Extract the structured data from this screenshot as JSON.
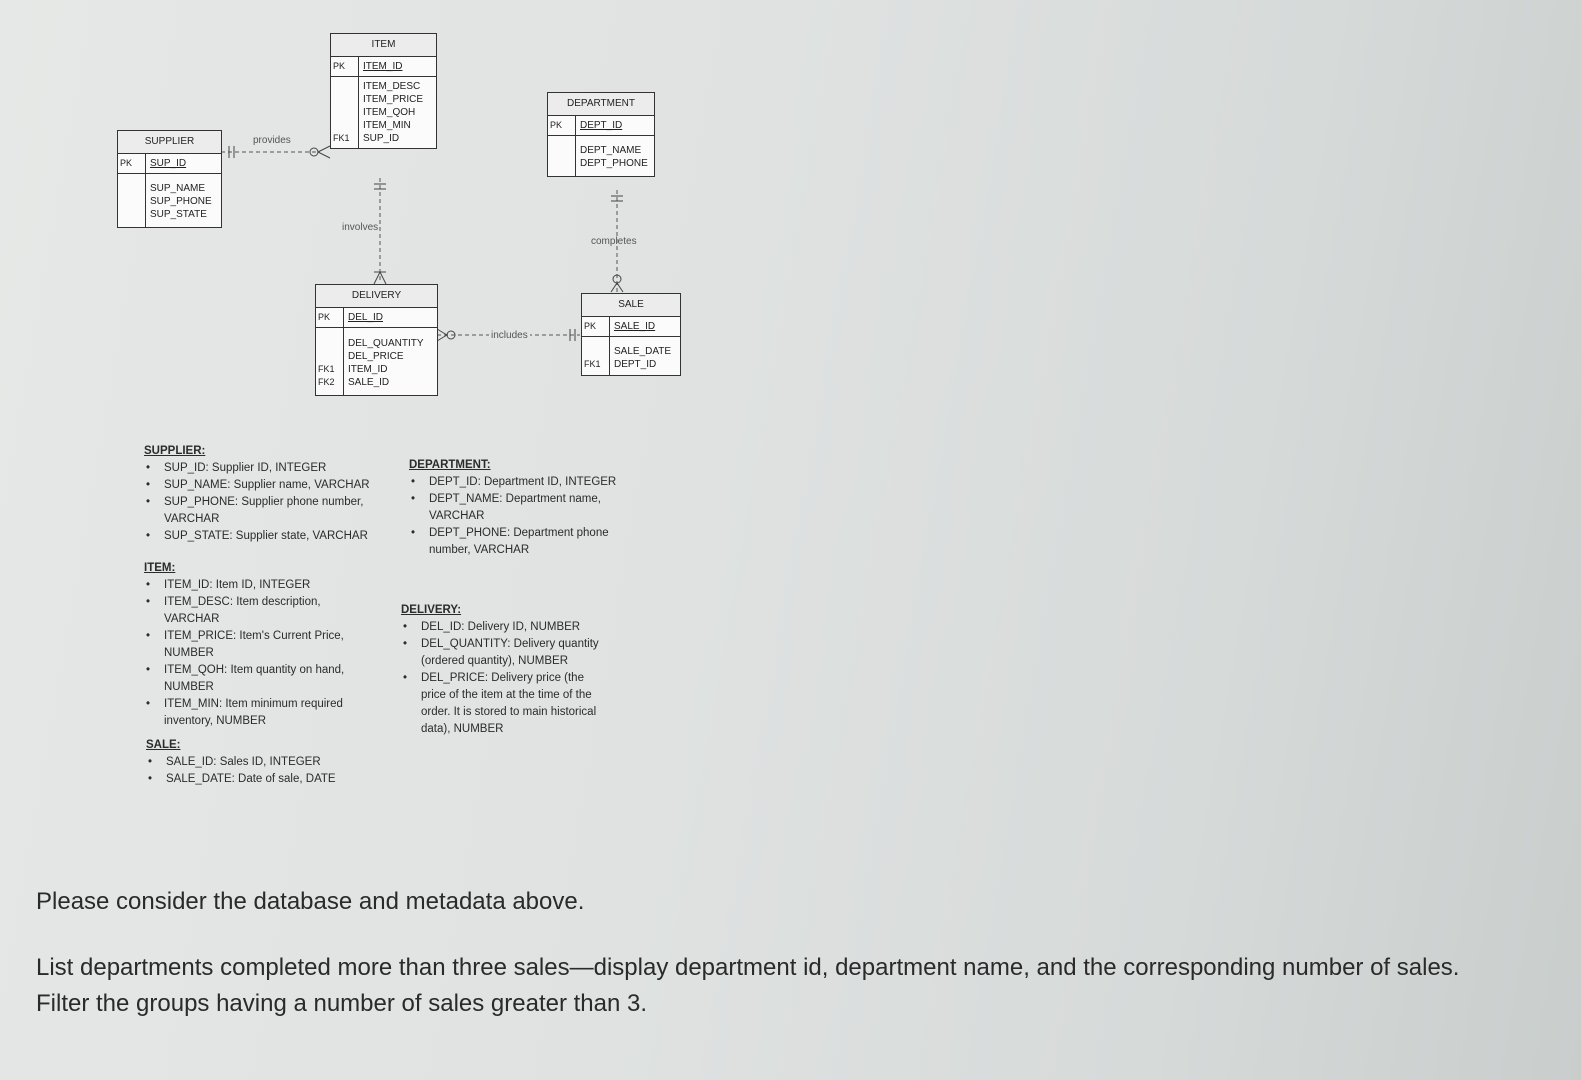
{
  "entities": {
    "item": {
      "name": "ITEM",
      "pk_key": "PK",
      "pk": "ITEM_ID",
      "attrs": [
        "ITEM_DESC",
        "ITEM_PRICE",
        "ITEM_QOH",
        "ITEM_MIN"
      ],
      "fk_key": "FK1",
      "fk": "SUP_ID"
    },
    "supplier": {
      "name": "SUPPLIER",
      "pk_key": "PK",
      "pk": "SUP_ID",
      "attrs": [
        "SUP_NAME",
        "SUP_PHONE",
        "SUP_STATE"
      ]
    },
    "department": {
      "name": "DEPARTMENT",
      "pk_key": "PK",
      "pk": "DEPT_ID",
      "attrs": [
        "DEPT_NAME",
        "DEPT_PHONE"
      ]
    },
    "delivery": {
      "name": "DELIVERY",
      "pk_key": "PK",
      "pk": "DEL_ID",
      "attrs": [
        "DEL_QUANTITY",
        "DEL_PRICE"
      ],
      "fk1_key": "FK1",
      "fk1": "ITEM_ID",
      "fk2_key": "FK2",
      "fk2": "SALE_ID"
    },
    "sale": {
      "name": "SALE",
      "pk_key": "PK",
      "pk": "SALE_ID",
      "attrs": [
        "SALE_DATE"
      ],
      "fk_key": "FK1",
      "fk": "DEPT_ID"
    }
  },
  "relationships": {
    "provides": "provides",
    "involves": "involves",
    "completes": "completes",
    "includes": "includes"
  },
  "metadata": {
    "supplier": {
      "title": "SUPPLIER:",
      "items": [
        "SUP_ID: Supplier ID, INTEGER",
        "SUP_NAME: Supplier name, VARCHAR",
        "SUP_PHONE: Supplier phone number, VARCHAR",
        "SUP_STATE: Supplier state, VARCHAR"
      ]
    },
    "item": {
      "title": "ITEM:",
      "items": [
        "ITEM_ID: Item ID, INTEGER",
        "ITEM_DESC: Item description, VARCHAR",
        "ITEM_PRICE: Item's Current Price, NUMBER",
        "ITEM_QOH: Item quantity on hand, NUMBER",
        "ITEM_MIN: Item minimum required inventory, NUMBER"
      ]
    },
    "sale": {
      "title": "SALE:",
      "items": [
        "SALE_ID: Sales ID, INTEGER",
        "SALE_DATE: Date of sale, DATE"
      ]
    },
    "department": {
      "title": "DEPARTMENT:",
      "items": [
        "DEPT_ID: Department ID, INTEGER",
        "DEPT_NAME: Department name, VARCHAR",
        "DEPT_PHONE: Department phone number, VARCHAR"
      ]
    },
    "delivery": {
      "title": "DELIVERY:",
      "items": [
        "DEL_ID: Delivery ID, NUMBER",
        "DEL_QUANTITY: Delivery quantity (ordered quantity), NUMBER",
        "DEL_PRICE: Delivery price (the price of the item at the time of the order. It is stored to main historical data), NUMBER"
      ]
    }
  },
  "question": {
    "line1": "Please consider the database and metadata above.",
    "line2": "List departments completed more than three sales—display department id, department name, and the corresponding number of sales. Filter the groups having a number of sales greater than 3."
  }
}
